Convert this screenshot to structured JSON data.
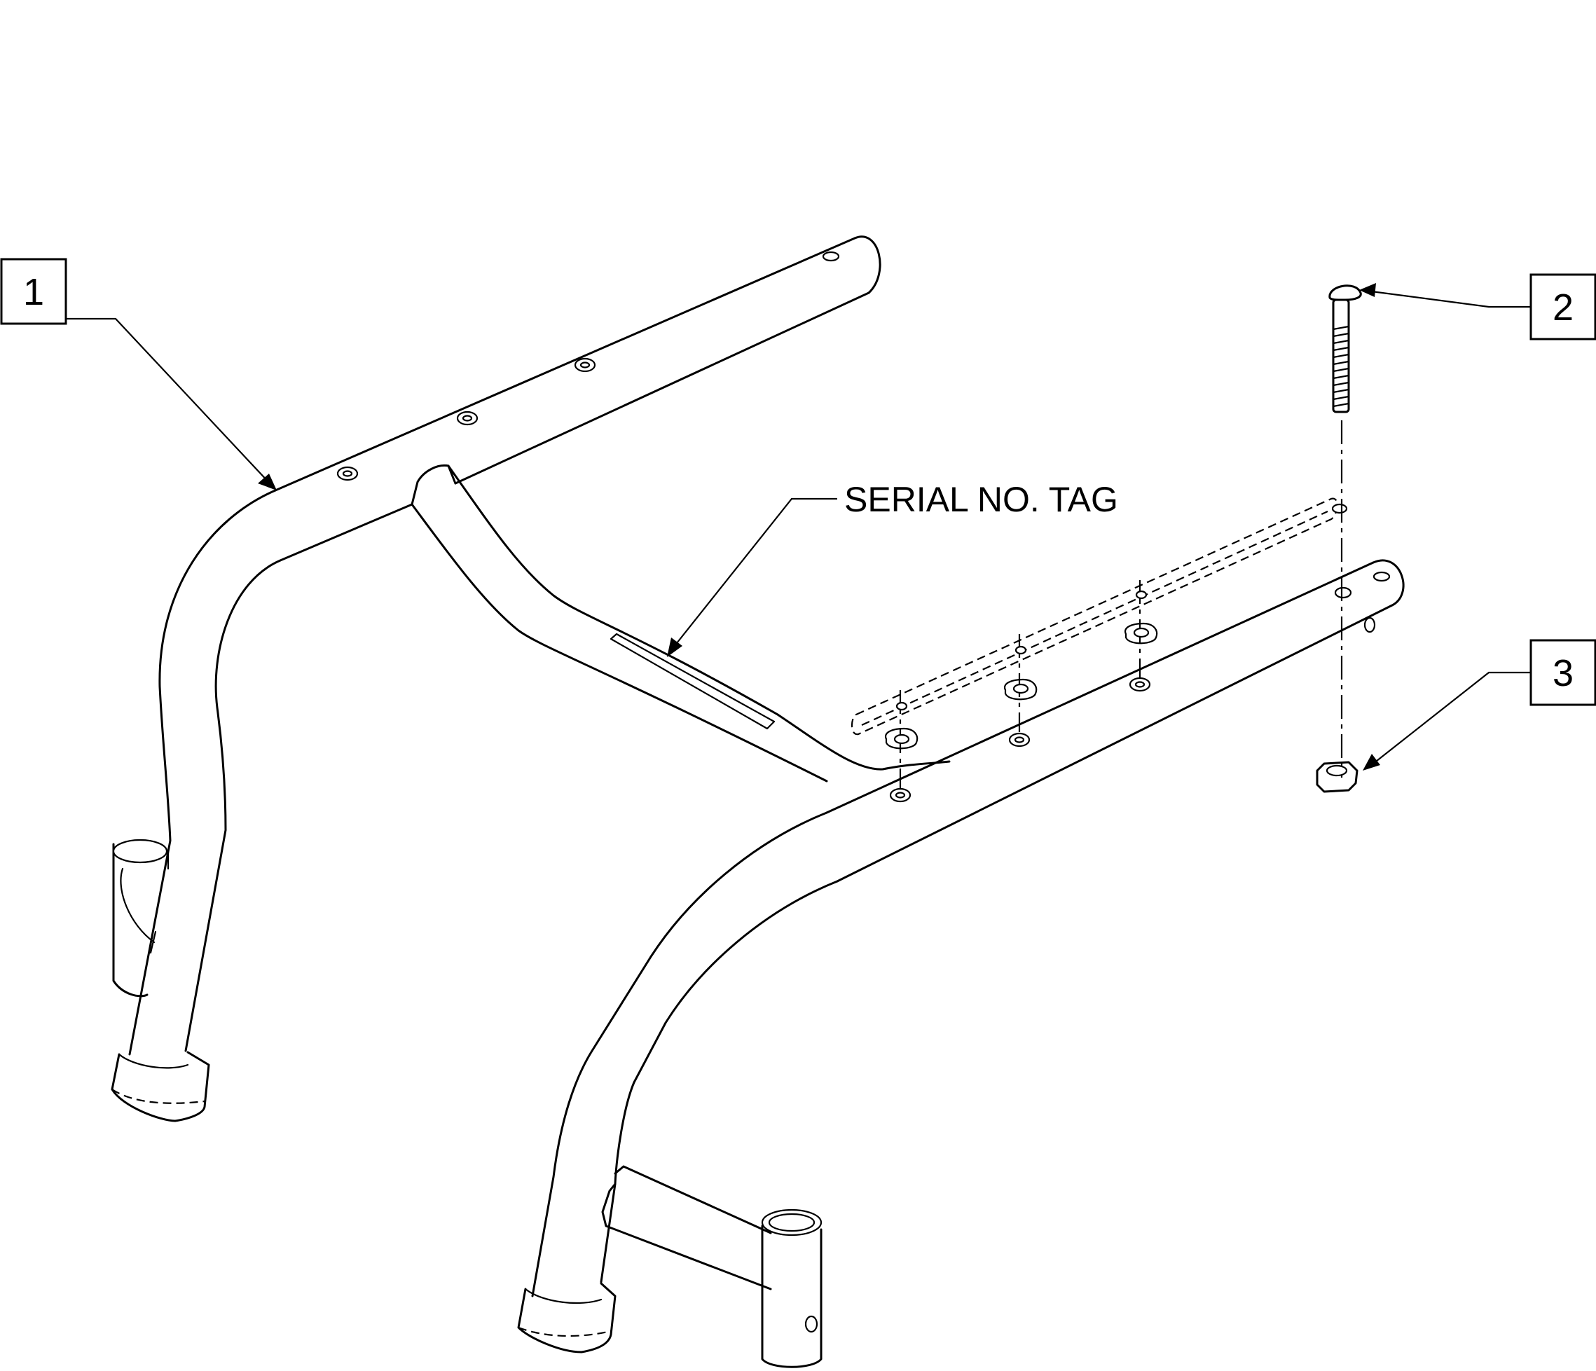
{
  "callouts": [
    {
      "number": "1"
    },
    {
      "number": "2"
    },
    {
      "number": "3"
    }
  ],
  "labels": {
    "serial_tag": "SERIAL NO. TAG"
  }
}
